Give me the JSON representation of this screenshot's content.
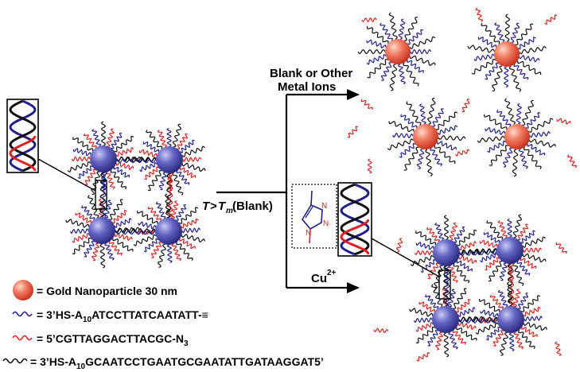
{
  "labels": {
    "branch_upper_line1": "Blank or Other",
    "branch_upper_line2": "Metal Ions",
    "condition_T": "T",
    "condition_gt": ">",
    "condition_Tm": "T",
    "condition_m": "m",
    "condition_blank": "(Blank)",
    "cu_label": "Cu",
    "cu_sup": "2+"
  },
  "legend": [
    {
      "symbol": "gold-nanoparticle",
      "text": "= Gold Nanoparticle 30 nm"
    },
    {
      "symbol": "blue-strand",
      "text_a": "= 3’HS-A",
      "sub": "10",
      "text_b": "ATCCTTATCAATATT-",
      "tail": "≡"
    },
    {
      "symbol": "red-strand",
      "text": "= 5’CGTTAGGACTTACGC-N",
      "sub": "3"
    },
    {
      "symbol": "black-strand",
      "text_a": "= 3’HS-A",
      "sub": "10",
      "text_b": "GCAATCCTGAATGCGAATATTGATAAGGAT5’"
    }
  ],
  "colors": {
    "gold_particle": "#e8503a",
    "blue_particle": "#3a3a9a",
    "blue_strand": "#1f1f8f",
    "red_strand": "#e02020",
    "black_strand": "#111111"
  }
}
